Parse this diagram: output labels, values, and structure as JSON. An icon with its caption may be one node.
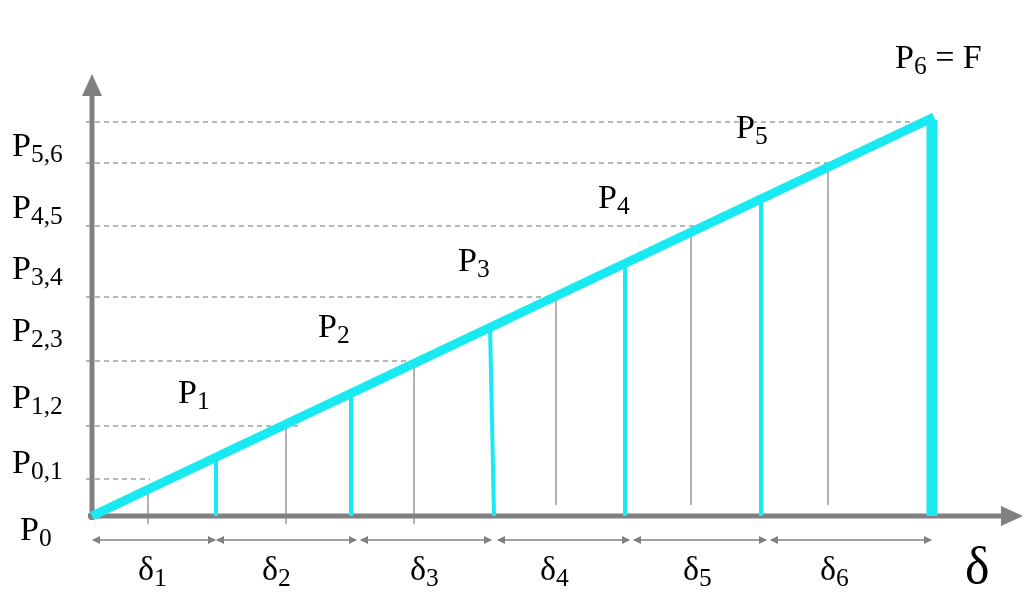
{
  "diagram": {
    "labels": [
      "P$_{6}$ = F",
      "P$_{5,6}$",
      "P$_{5}$",
      "P$_{4,5}$",
      "P$_{4}$",
      "P$_{3,4}$",
      "P$_{3}$",
      "P$_{2,3}$",
      "P$_{2}$",
      "P$_{1,2}$",
      "P$_{1}$",
      "P$_{0,1}$",
      "P$_{0}$",
      "δ$_{1}$",
      "δ$_{2}$",
      "δ$_{3}$",
      "δ$_{4}$",
      "δ$_{5}$",
      "δ$_{6}$",
      "δ"
    ]
  }
}
